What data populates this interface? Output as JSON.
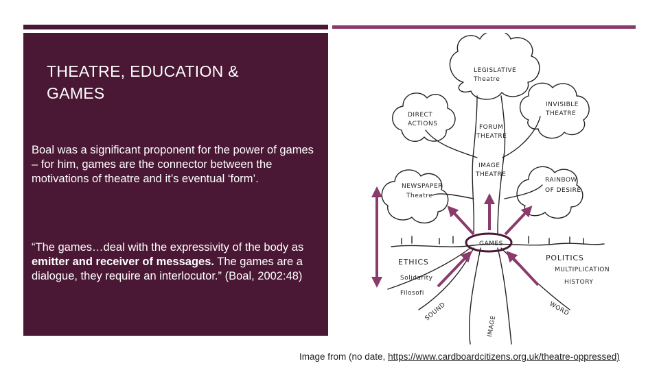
{
  "slide": {
    "title_line1": "THEATRE, EDUCATION &",
    "title_line2": "GAMES",
    "paragraph1": "Boal was a significant proponent for the power of games – for him, games are the connector between the motivations of theatre and it’s eventual ‘form’.",
    "paragraph2_part1": "“The games…deal with the expressivity of the body as ",
    "paragraph2_bold": "emitter and receiver of messages.",
    "paragraph2_part2": " The games are a dialogue, they require an interlocutor.” (Boal, 2002:48)",
    "caption_prefix": "Image from (no date, ",
    "caption_link": "https://www.cardboardcitizens.org.uk/theatre-oppressed)"
  },
  "tree": {
    "labels": {
      "legislative_1": "LEGISLATIVE",
      "legislative_2": "Theatre",
      "invisible_1": "INVISIBLE",
      "invisible_2": "THEATRE",
      "direct_1": "DIRECT",
      "direct_2": "ACTIONS",
      "forum_1": "FORUM",
      "forum_2": "THEATRE",
      "image_1": "IMAGE",
      "image_2": "THEATRE",
      "rainbow_1": "RAINBOW",
      "rainbow_2": "OF DESIRE",
      "newspaper_1": "NEWSPAPER",
      "newspaper_2": "Theatre",
      "games": "GAMES",
      "ethics": "ETHICS",
      "solidarity": "Solidarity",
      "filosofi": "Filosofi",
      "politics": "POLITICS",
      "multiplication": "MULTIPLICATION",
      "history": "HISTORY",
      "sound": "SOUND",
      "image_root": "IMAGE",
      "word": "WORD"
    },
    "colors": {
      "arrow": "#8a3a6b",
      "games_circle": "#4a1834",
      "sketch": "#222222"
    }
  }
}
